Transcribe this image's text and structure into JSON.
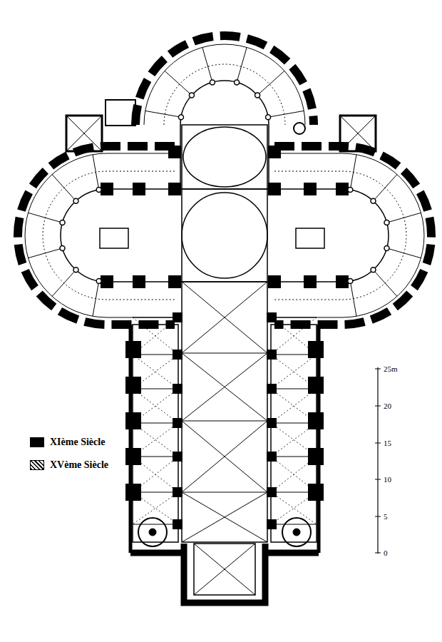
{
  "diagram": {
    "labels": [
      "25m",
      "20",
      "15",
      "10",
      "5",
      "0"
    ],
    "legend": [
      {
        "text": "XIème Siècle",
        "color": "#000000"
      },
      {
        "text": "XVème Siècle"
      }
    ]
  }
}
